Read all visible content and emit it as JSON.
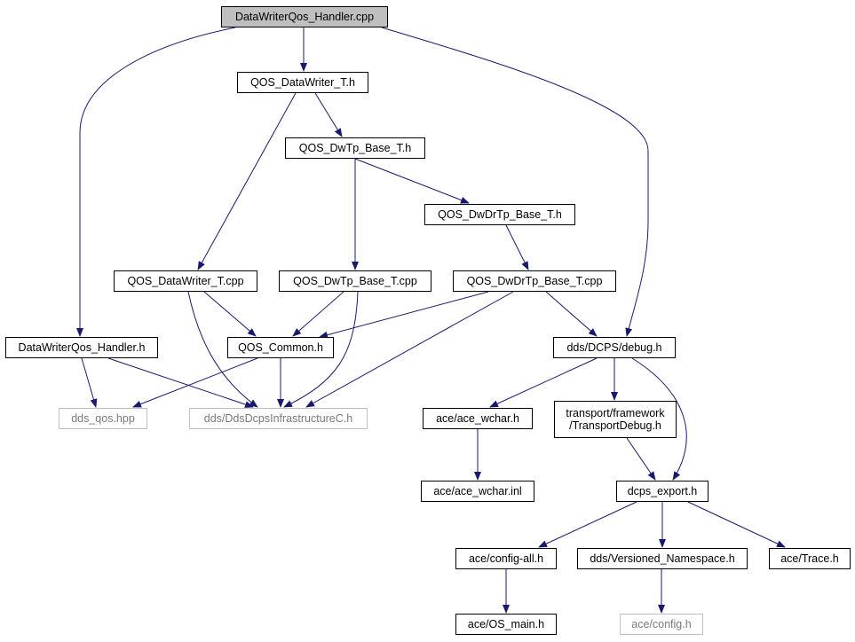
{
  "graph": {
    "edge_color": "#191970",
    "nodes": {
      "root": {
        "label": "DataWriterQos_Handler.cpp"
      },
      "qos_datawriter_t_h": {
        "label": "QOS_DataWriter_T.h"
      },
      "qos_dwtp_base_t_h": {
        "label": "QOS_DwTp_Base_T.h"
      },
      "qos_dwdrtp_base_t_h": {
        "label": "QOS_DwDrTp_Base_T.h"
      },
      "qos_datawriter_t_cpp": {
        "label": "QOS_DataWriter_T.cpp"
      },
      "qos_dwtp_base_t_cpp": {
        "label": "QOS_DwTp_Base_T.cpp"
      },
      "qos_dwdrtp_base_t_cpp": {
        "label": "QOS_DwDrTp_Base_T.cpp"
      },
      "datawriterqos_handler_h": {
        "label": "DataWriterQos_Handler.h"
      },
      "qos_common_h": {
        "label": "QOS_Common.h"
      },
      "dds_dcps_debug_h": {
        "label": "dds/DCPS/debug.h"
      },
      "dds_qos_hpp": {
        "label": "dds_qos.hpp"
      },
      "dds_dcps_infrastructure": {
        "label": "dds/DdsDcpsInfrastructureC.h"
      },
      "ace_wchar_h": {
        "label": "ace/ace_wchar.h"
      },
      "transport_debug_h": {
        "line1": "transport/framework",
        "line2": "/TransportDebug.h"
      },
      "ace_wchar_inl": {
        "label": "ace/ace_wchar.inl"
      },
      "dcps_export_h": {
        "label": "dcps_export.h"
      },
      "ace_config_all_h": {
        "label": "ace/config-all.h"
      },
      "dds_versioned_namespace_h": {
        "label": "dds/Versioned_Namespace.h"
      },
      "ace_trace_h": {
        "label": "ace/Trace.h"
      },
      "ace_os_main_h": {
        "label": "ace/OS_main.h"
      },
      "ace_config_h": {
        "label": "ace/config.h"
      }
    }
  }
}
